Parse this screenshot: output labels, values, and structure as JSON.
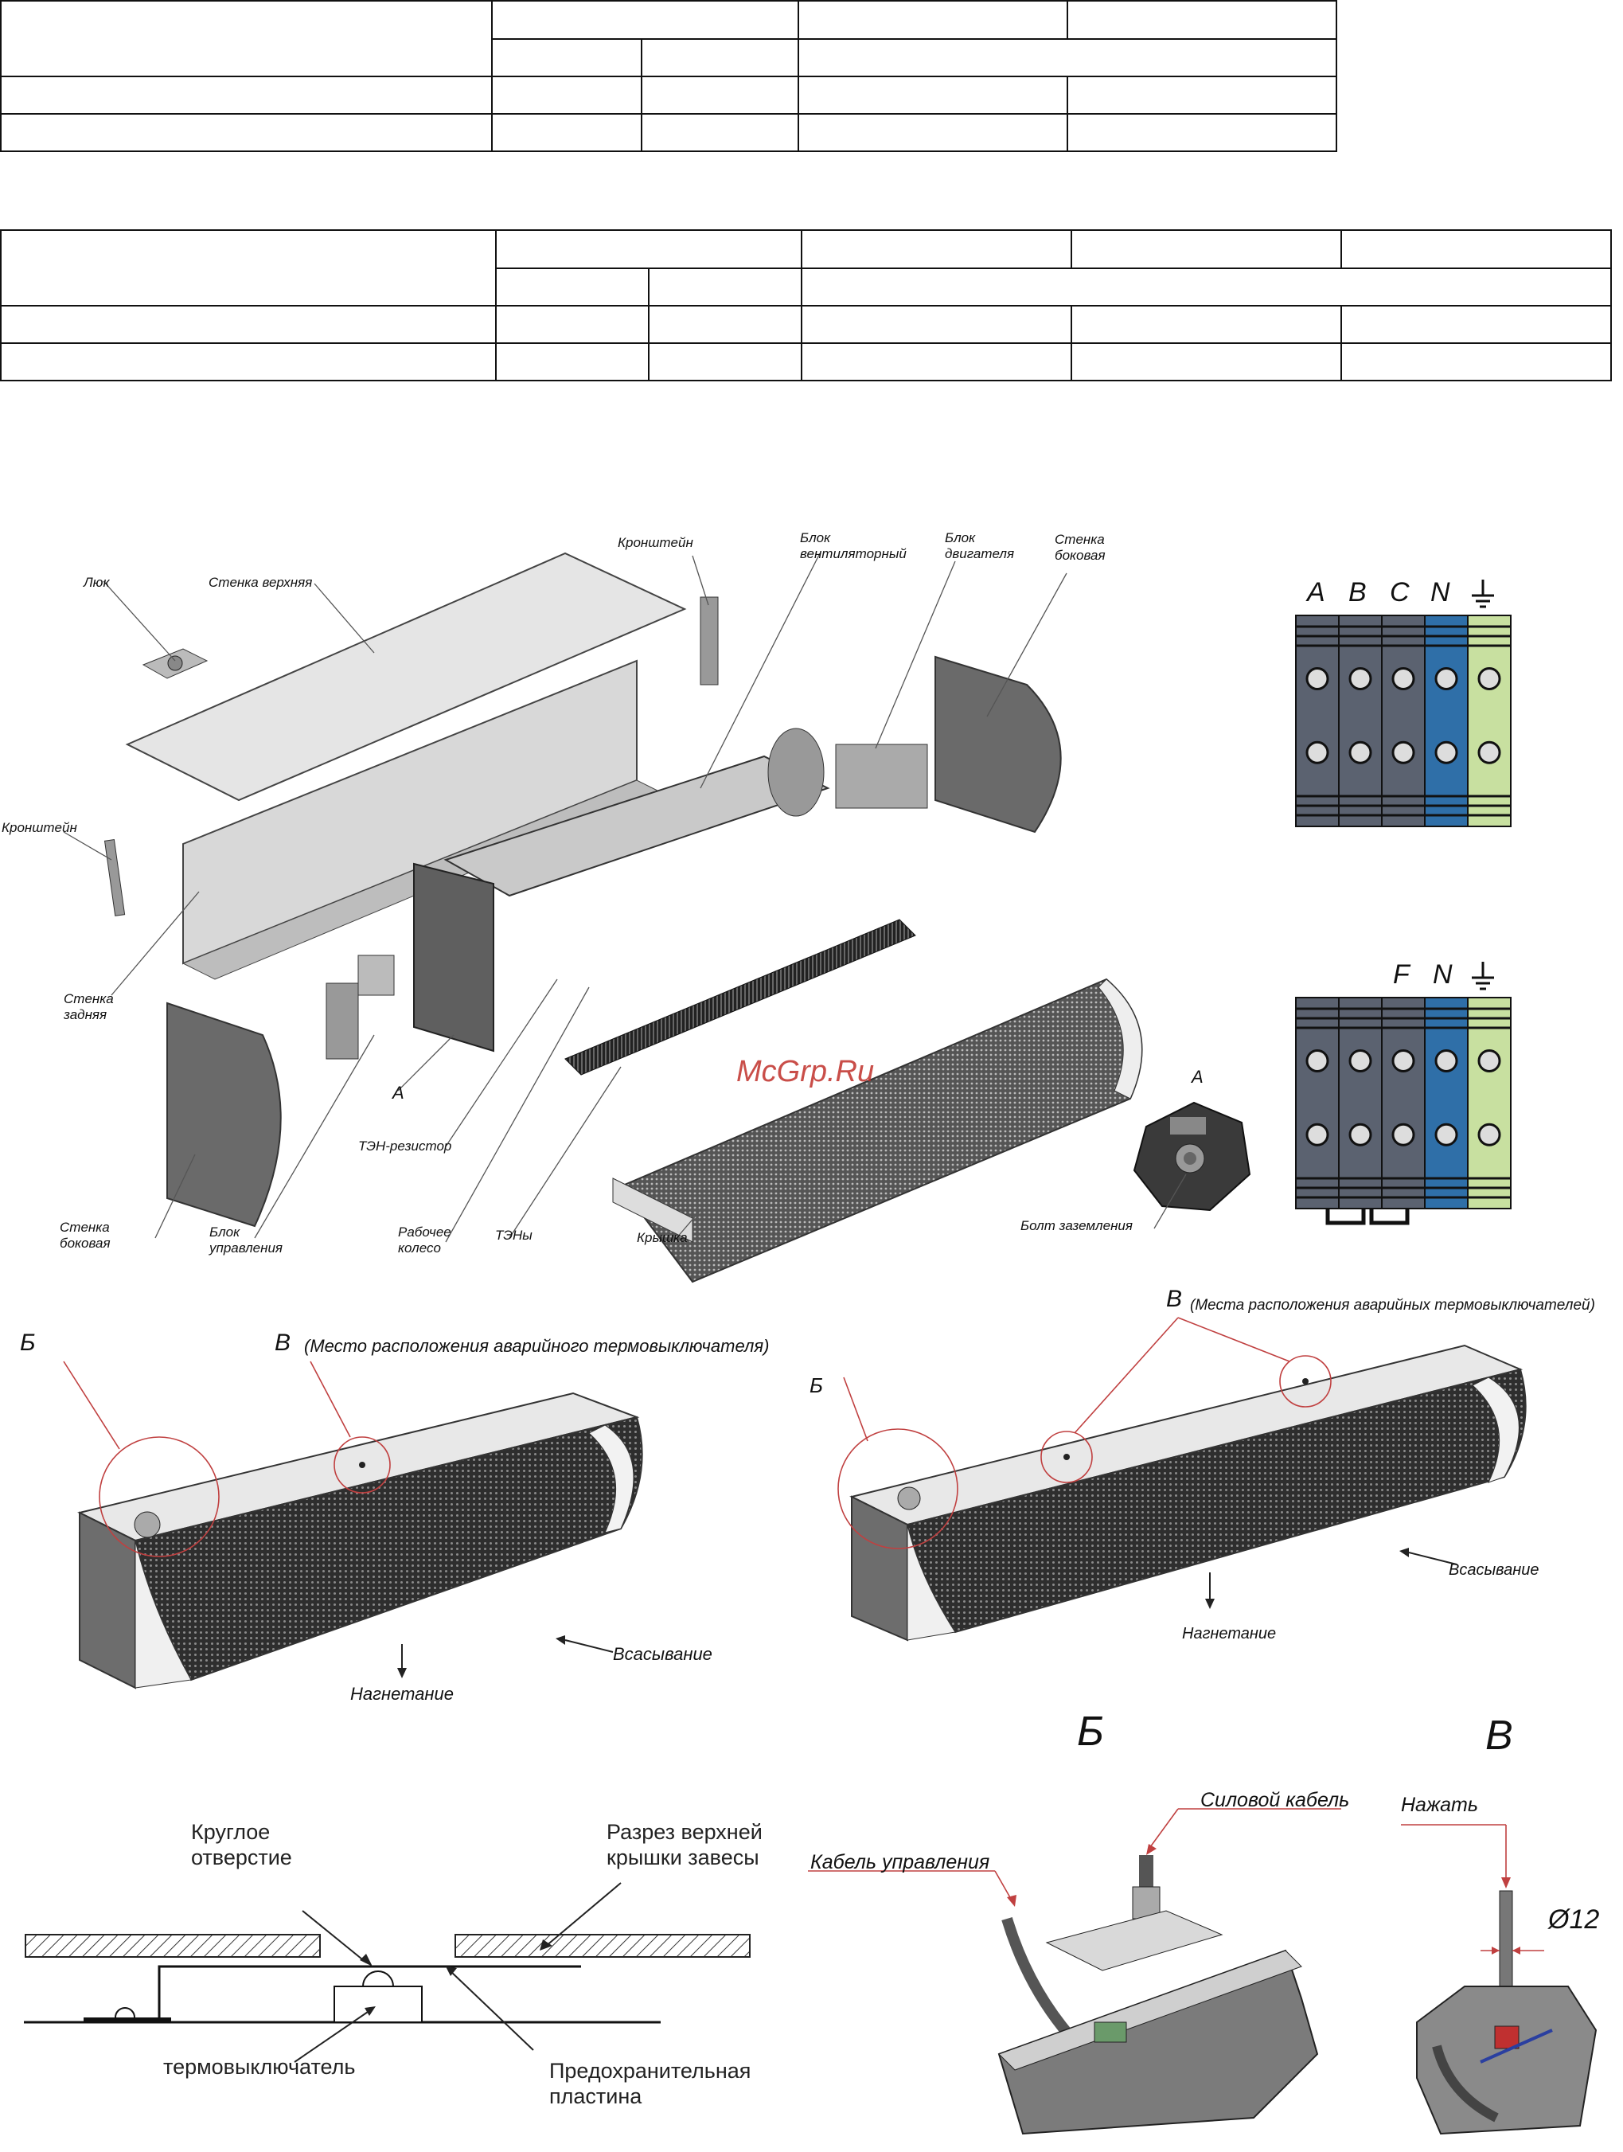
{
  "watermark": "McGrp.Ru",
  "exploded_view": {
    "labels": {
      "luk": "Люк",
      "wall_top": "Стенка верхняя",
      "bracket_top": "Кронштейн",
      "fan_block_1": "Блок",
      "fan_block_2": "вентиляторный",
      "motor_block_1": "Блок",
      "motor_block_2": "двигателя",
      "wall_side_right_1": "Стенка",
      "wall_side_right_2": "боковая",
      "bracket_left": "Кронштейн",
      "wall_back_1": "Стенка",
      "wall_back_2": "задняя",
      "detail_a": "А",
      "ten_resistor": "ТЭН-резистор",
      "wall_side_left_1": "Стенка",
      "wall_side_left_2": "боковая",
      "control_block_1": "Блок",
      "control_block_2": "управления",
      "impeller_1": "Рабочее",
      "impeller_2": "колесо",
      "tens": "ТЭНы",
      "cover": "Крышка",
      "detail_a_zoom": "А",
      "ground_bolt": "Болт заземления"
    }
  },
  "terminal_block_3ph": {
    "labels": [
      "A",
      "B",
      "C",
      "N"
    ]
  },
  "terminal_block_1ph": {
    "labels": [
      "F",
      "N"
    ]
  },
  "curtain_left": {
    "b_label": "Б",
    "v_label": "В",
    "v_note": "(Место расположения аварийного термовыключателя)",
    "intake": "Всасывание",
    "discharge": "Нагнетание"
  },
  "curtain_right": {
    "b_label": "Б",
    "v_label": "В",
    "v_note": "(Места расположения аварийных термовыключателей)",
    "intake": "Всасывание",
    "discharge": "Нагнетание"
  },
  "section": {
    "round_hole_1": "Круглое",
    "round_hole_2": "отверстие",
    "cut_1": "Разрез верхней",
    "cut_2": "крышки завесы",
    "thermo": "термовыключатель",
    "plate_1": "Предохранительная",
    "plate_2": "пластина"
  },
  "detail_b": {
    "title": "Б",
    "power_cable": "Силовой кабель",
    "control_cable": "Кабель управления"
  },
  "detail_v": {
    "title": "В",
    "press": "Нажать",
    "diameter": "Ø12"
  }
}
